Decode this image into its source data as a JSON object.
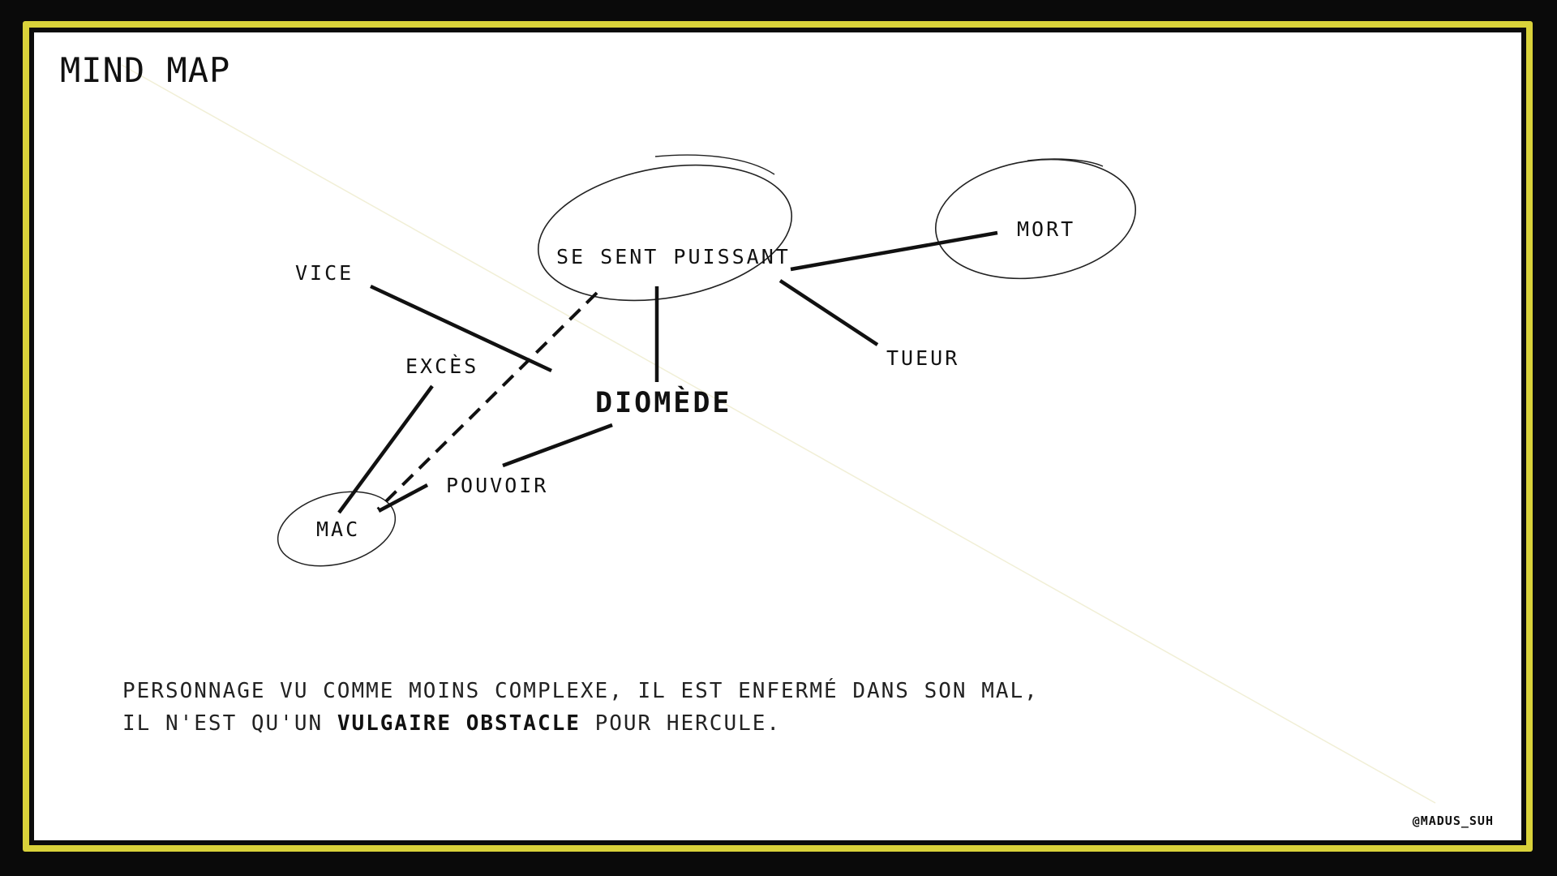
{
  "title": "MIND MAP",
  "nodes": {
    "center": "DIOMÈDE",
    "se_sent_puissant": "SE SENT PUISSANT",
    "mort": "MORT",
    "tueur": "TUEUR",
    "vice": "VICE",
    "exces": "EXCÈS",
    "pouvoir": "POUVOIR",
    "mac": "MAC"
  },
  "caption": {
    "line1": "PERSONNAGE VU COMME MOINS COMPLEXE, IL EST ENFERMÉ DANS SON MAL,",
    "line2_start": "IL N'EST QU'UN ",
    "line2_bold": "VULGAIRE OBSTACLE",
    "line2_end": " POUR HERCULE."
  },
  "signature": "@MADUS_SUH",
  "colors": {
    "frame": "#d9d23a",
    "background": "#ffffff",
    "ink": "#111111"
  }
}
